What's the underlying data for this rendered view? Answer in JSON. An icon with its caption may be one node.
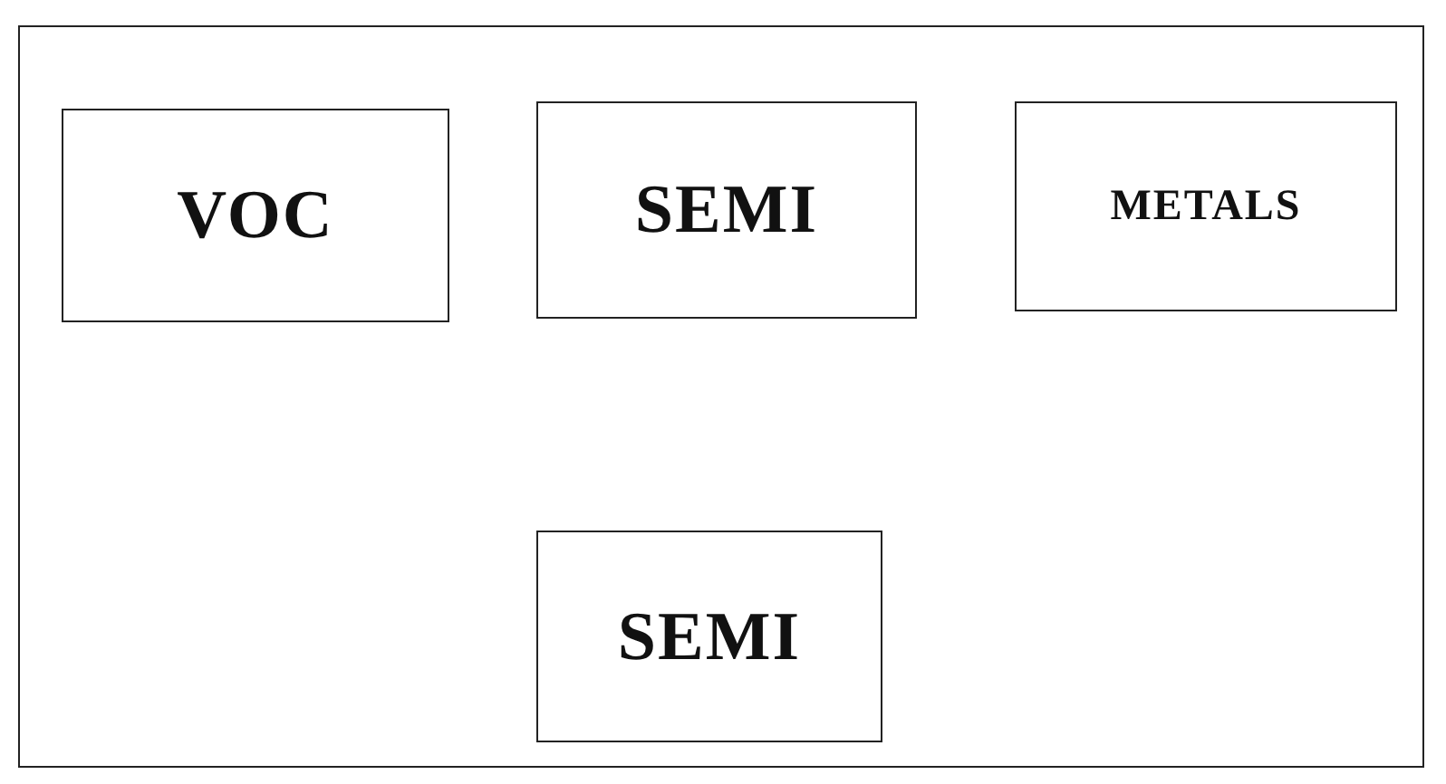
{
  "diagram": {
    "nodes": [
      {
        "text": [
          "VOC"
        ]
      },
      {
        "text": [
          "SEMI"
        ]
      },
      {
        "text": [
          "METALS"
        ]
      },
      {
        "text": [
          "SEMI"
        ]
      }
    ]
  }
}
